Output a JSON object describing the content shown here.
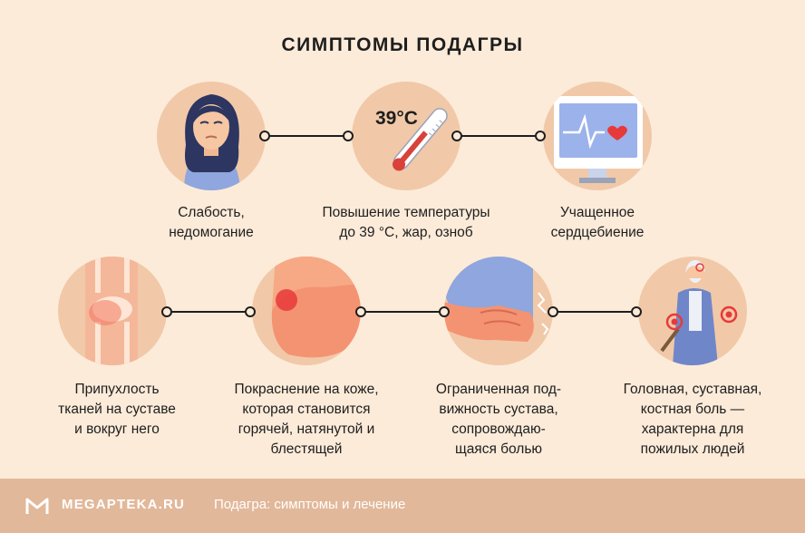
{
  "title": "СИМПТОМЫ ПОДАГРЫ",
  "colors": {
    "background": "#fcebd9",
    "circle": "#f1c9a8",
    "line": "#1e1e1e",
    "footer": "#e2b89a",
    "accent_red": "#e8393a"
  },
  "thermometer_label": "39°C",
  "symptoms": [
    {
      "icon": "woman-weakness-icon",
      "caption": "Слабость,\nнедомогание"
    },
    {
      "icon": "thermometer-icon",
      "caption": "Повышение температуры\nдо 39 °C, жар, озноб"
    },
    {
      "icon": "heart-monitor-icon",
      "caption": "Учащенное\nсердцебиение"
    },
    {
      "icon": "swollen-joint-icon",
      "caption": "Припухлость\nтканей на суставе\nи вокруг него"
    },
    {
      "icon": "red-knee-icon",
      "caption": "Покраснение на коже,\nкоторая становится\nгорячей, натянутой и\nблестящей"
    },
    {
      "icon": "elbow-pain-icon",
      "caption": "Ограниченная под-\nвижность сустава,\nсопровождаю-\nщаяся болью"
    },
    {
      "icon": "elderly-man-icon",
      "caption": "Головная, суставная,\nкостная боль —\nхарактерна для\nпожилых людей"
    }
  ],
  "footer": {
    "brand": "MEGAPTEKA.RU",
    "subtitle": "Подагра: симптомы и лечение",
    "logo_icon": "megapteka-logo-icon"
  }
}
